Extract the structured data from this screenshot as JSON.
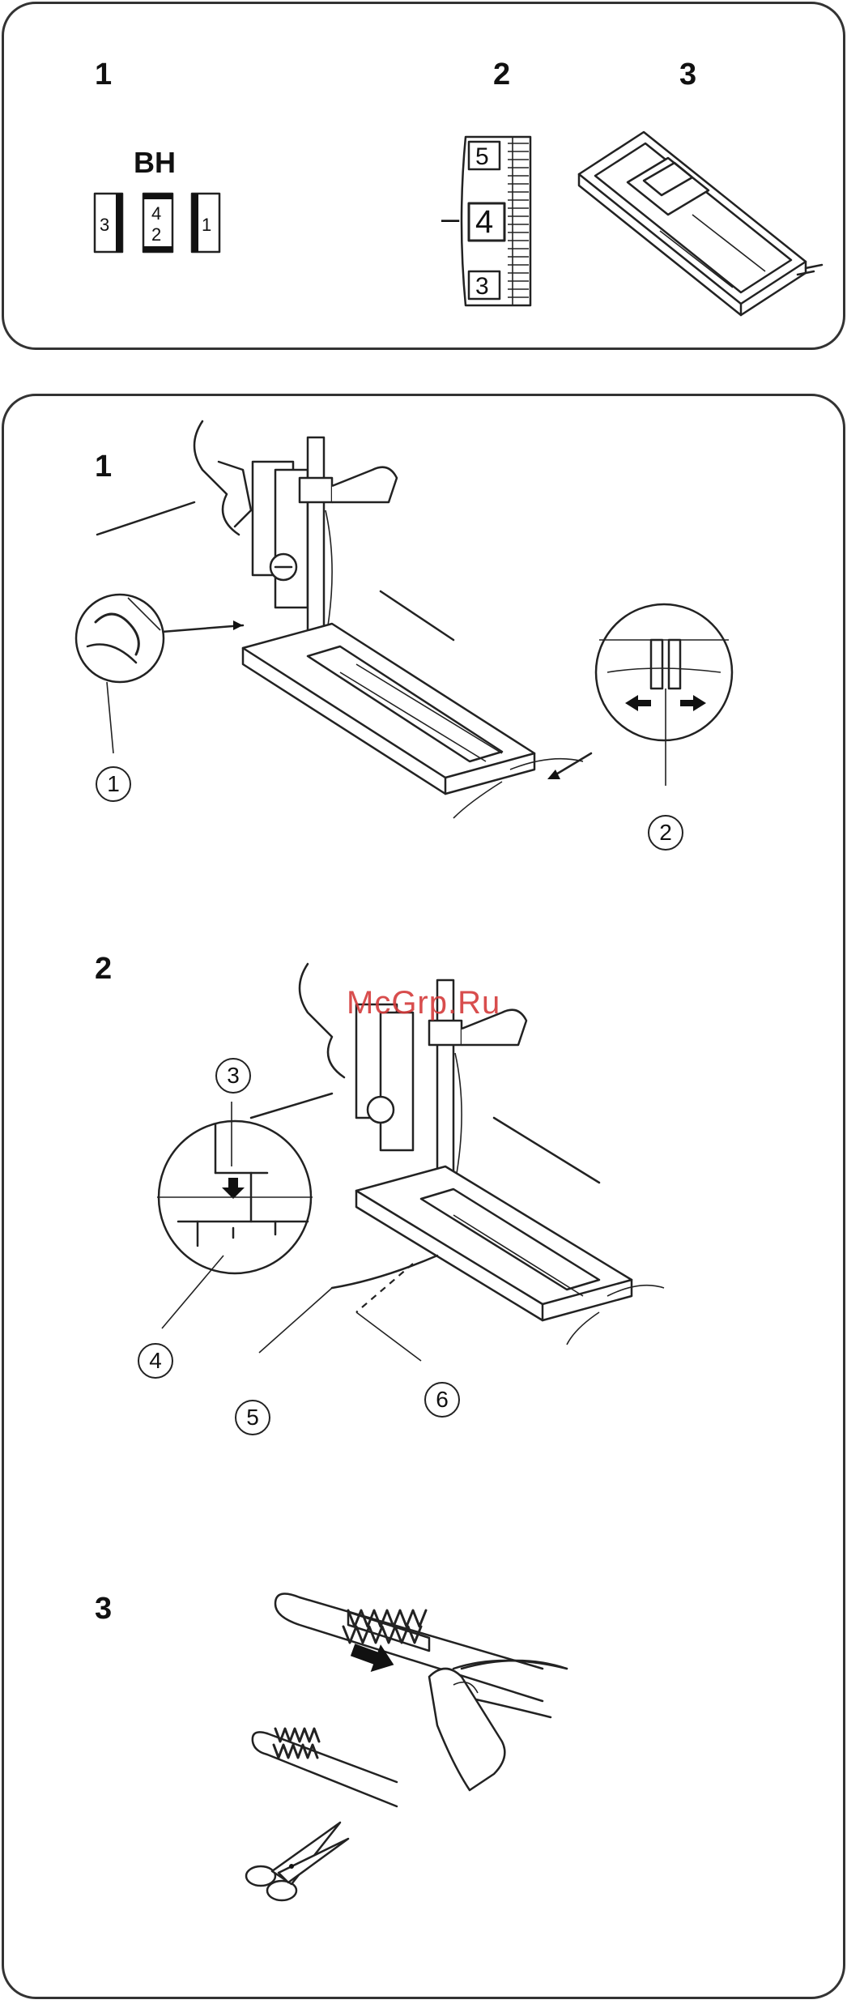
{
  "top_panel": {
    "step1_number": "1",
    "step2_number": "2",
    "step3_number": "3",
    "pattern_label": "BH",
    "pattern_icons": [
      "3",
      "4",
      "2",
      "1"
    ],
    "dial_numbers": [
      "5",
      "4",
      "3"
    ],
    "dial_marker": "–"
  },
  "bottom_panel": {
    "step1_number": "1",
    "step2_number": "2",
    "step3_number": "3",
    "callouts": [
      "1",
      "2",
      "3",
      "4",
      "5",
      "6"
    ]
  },
  "watermark": "McGrp.Ru",
  "colors": {
    "line": "#222222",
    "watermark": "#d43a3a",
    "background": "#ffffff"
  },
  "icons": [
    "buttonhole-pattern-icon",
    "stitch-length-dial-icon",
    "buttonhole-foot-icon",
    "scissors-icon",
    "direction-arrow-icon"
  ]
}
